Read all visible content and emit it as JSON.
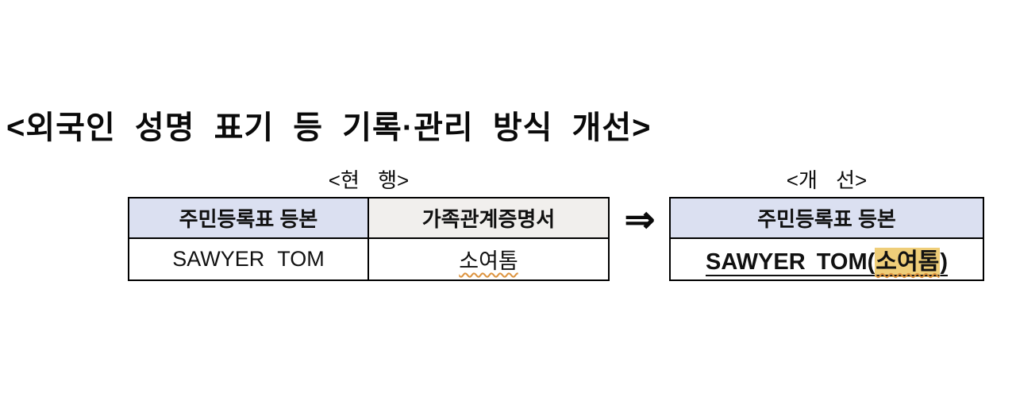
{
  "title": "<외국인 성명 표기 등 기록·관리 방식 개선>",
  "current": {
    "label": "<현 행>",
    "table": {
      "headers": [
        "주민등록표 등본",
        "가족관계증명서"
      ],
      "row": [
        "SAWYER TOM",
        "소여톰"
      ]
    }
  },
  "arrow_glyph": "⇒",
  "improved": {
    "label": "<개 선>",
    "table": {
      "header": "주민등록표 등본",
      "row_prefix": "SAWYER TOM(",
      "row_highlight": "소여톰",
      "row_suffix": ")"
    }
  },
  "colors": {
    "header_blue": "#dbe0f1",
    "header_gray": "#f1efed",
    "highlight": "#efce79",
    "squiggle": "#dd9440",
    "border": "#000000"
  }
}
